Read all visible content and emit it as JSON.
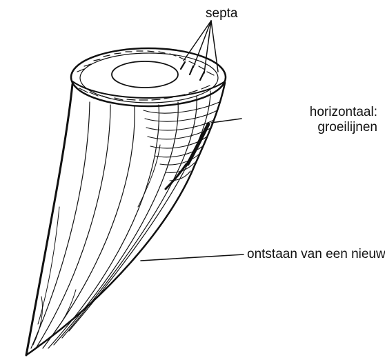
{
  "labels": {
    "septa": "septa",
    "horizontal_line1": "horizontaal:",
    "horizontal_line2": "groeilijnen",
    "new_septum": "ontstaan van een nieuw septum"
  },
  "colors": {
    "ink": "#111111",
    "background": "#ffffff"
  }
}
